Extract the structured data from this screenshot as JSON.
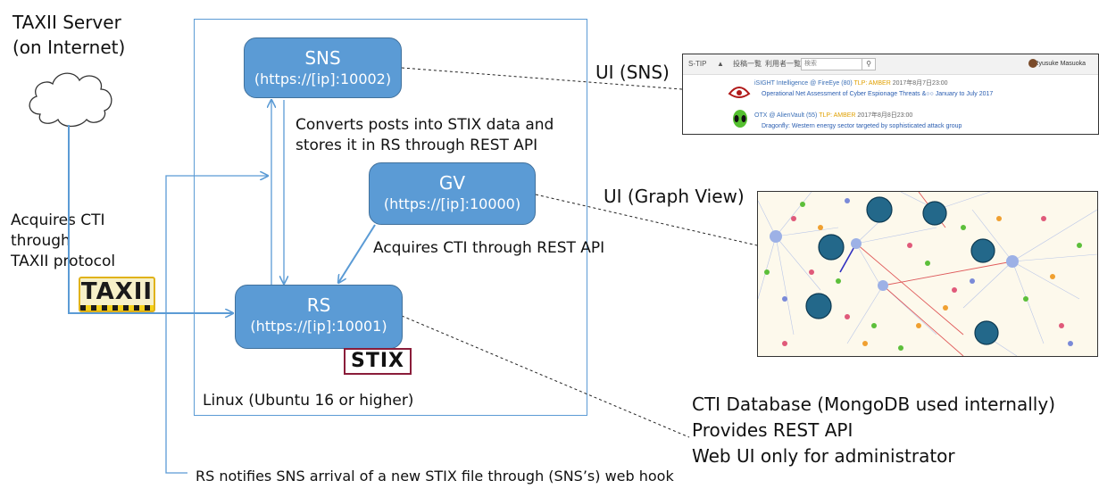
{
  "taxii_server": {
    "line1": "TAXII Server",
    "line2": "(on Internet)"
  },
  "acquire_taxii": {
    "line1": "Acquires CTI",
    "line2": "through",
    "line3": "TAXII protocol"
  },
  "taxii_badge": "TAXII",
  "stix_badge": "STIX",
  "sns_box": {
    "title": "SNS",
    "address": "(https://[ip]:10002)"
  },
  "gv_box": {
    "title": "GV",
    "address": "(https://[ip]:10000)"
  },
  "rs_box": {
    "title": "RS",
    "address": "(https://[ip]:10001)"
  },
  "sns_to_rs_note": {
    "line1": "Converts posts into STIX data and",
    "line2": "stores it in RS through REST API"
  },
  "gv_note": "Acquires CTI through REST API",
  "linux_label": "Linux (Ubuntu  16 or higher)",
  "ui_sns_label": "UI (SNS)",
  "ui_gv_label": "UI (Graph View)",
  "rs_desc": {
    "line1": "CTI Database (MongoDB used internally)",
    "line2": "Provides REST API",
    "line3": "Web UI only for administrator"
  },
  "webhook_note": "RS notifies SNS arrival of a new STIX file through (SNS’s) web hook",
  "sns_screenshot": {
    "app_name": "S-TIP",
    "nav1": "投稿一覧",
    "nav2": "利用者一覧",
    "search_placeholder": "検索",
    "user": "Ryusuke Masuoka",
    "post1_head": "iSIGHT Intelligence @ FireEye (80)",
    "post1_tlp": "TLP: AMBER",
    "post1_date": "2017年8月7日23:00",
    "post1_body": "Operational Net Assessment of Cyber Espionage Threats &○○ January to July 2017",
    "post2_head": "OTX @ AlienVault (55)",
    "post2_tlp": "TLP: AMBER",
    "post2_date": "2017年8月8日23:00",
    "post2_body": "Dragonfly: Western energy sector targeted by sophisticated attack group"
  },
  "colors": {
    "box_fill": "#5b9bd5",
    "box_border": "#41719c",
    "linux_border": "#5b9bd5",
    "arrow": "#5b9bd5"
  }
}
